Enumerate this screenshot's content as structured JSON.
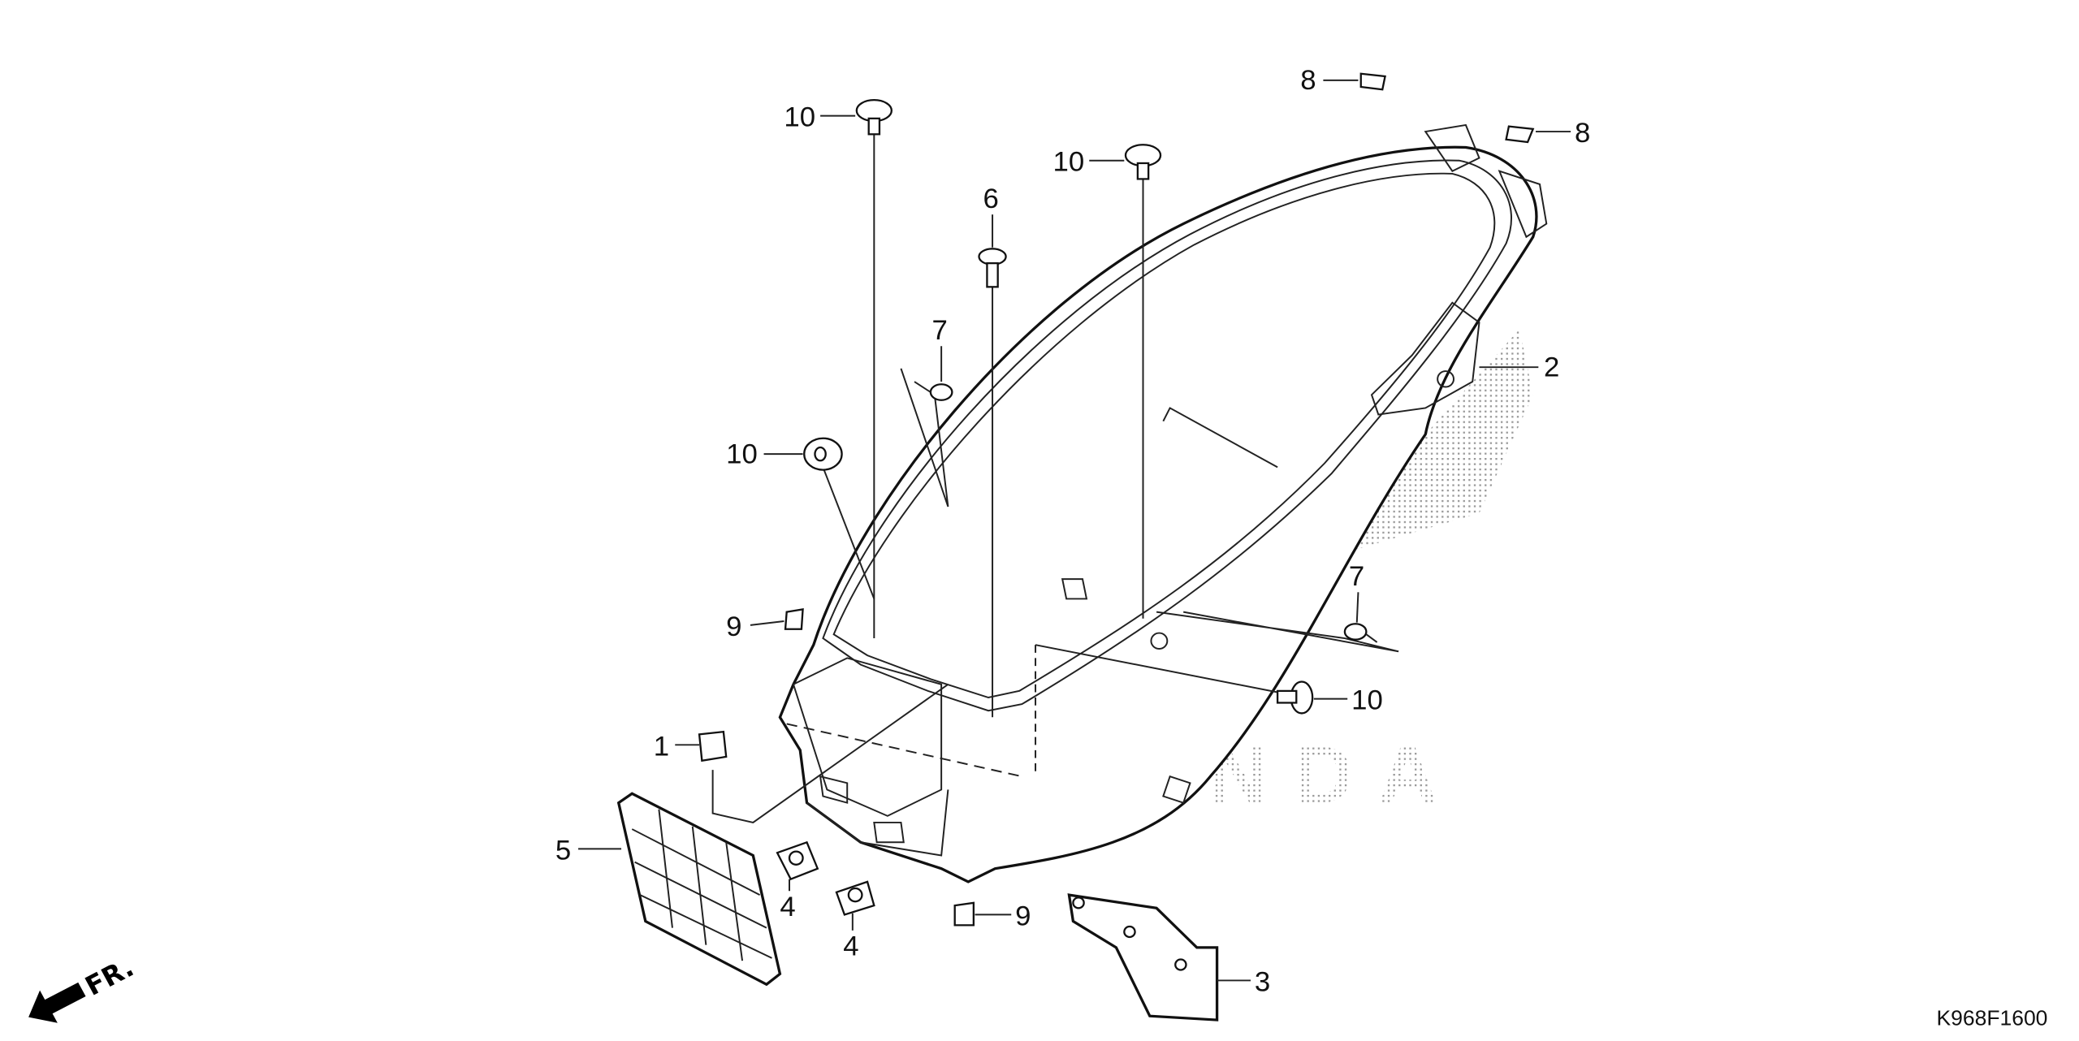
{
  "diagram": {
    "code": "K968F1600",
    "direction_label": "FR.",
    "watermark": "HONDA",
    "callouts": [
      {
        "id": "c1",
        "label": "1"
      },
      {
        "id": "c2",
        "label": "2"
      },
      {
        "id": "c3",
        "label": "3"
      },
      {
        "id": "c4a",
        "label": "4"
      },
      {
        "id": "c4b",
        "label": "4"
      },
      {
        "id": "c5",
        "label": "5"
      },
      {
        "id": "c6",
        "label": "6"
      },
      {
        "id": "c7a",
        "label": "7"
      },
      {
        "id": "c7b",
        "label": "7"
      },
      {
        "id": "c8a",
        "label": "8"
      },
      {
        "id": "c8b",
        "label": "8"
      },
      {
        "id": "c9a",
        "label": "9"
      },
      {
        "id": "c9b",
        "label": "9"
      },
      {
        "id": "c10a",
        "label": "10"
      },
      {
        "id": "c10b",
        "label": "10"
      },
      {
        "id": "c10c",
        "label": "10"
      },
      {
        "id": "c10d",
        "label": "10"
      }
    ]
  }
}
